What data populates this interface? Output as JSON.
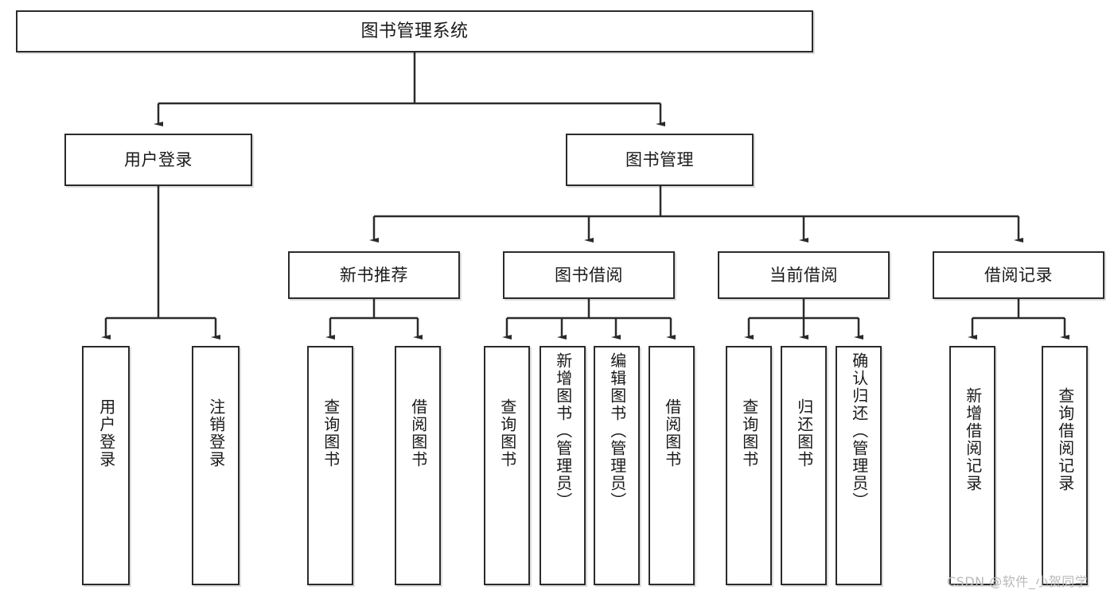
{
  "diagram": {
    "type": "tree",
    "title": "图书管理系统",
    "root": {
      "label": "图书管理系统"
    },
    "level2": [
      {
        "label": "用户登录"
      },
      {
        "label": "图书管理"
      }
    ],
    "level3": [
      {
        "label": "新书推荐"
      },
      {
        "label": "图书借阅"
      },
      {
        "label": "当前借阅"
      },
      {
        "label": "借阅记录"
      }
    ],
    "leaves": {
      "user_login": [
        {
          "label": "用户登录"
        },
        {
          "label": "注销登录"
        }
      ],
      "new_book": [
        {
          "label": "查询图书"
        },
        {
          "label": "借阅图书"
        }
      ],
      "book_borrow": [
        {
          "label": "查询图书"
        },
        {
          "label": "新增图书（管理员）"
        },
        {
          "label": "编辑图书（管理员）"
        },
        {
          "label": "借阅图书"
        }
      ],
      "current_borrow": [
        {
          "label": "查询图书"
        },
        {
          "label": "归还图书"
        },
        {
          "label": "确认归还（管理员）"
        }
      ],
      "borrow_record": [
        {
          "label": "新增借阅记录"
        },
        {
          "label": "查询借阅记录"
        }
      ]
    },
    "watermark": "CSDN @软件_小贺同学",
    "colors": {
      "stroke": "#2b2b2b",
      "fill": "#ffffff",
      "text": "#1a1a1a",
      "watermark": "#b9b9b9"
    }
  }
}
